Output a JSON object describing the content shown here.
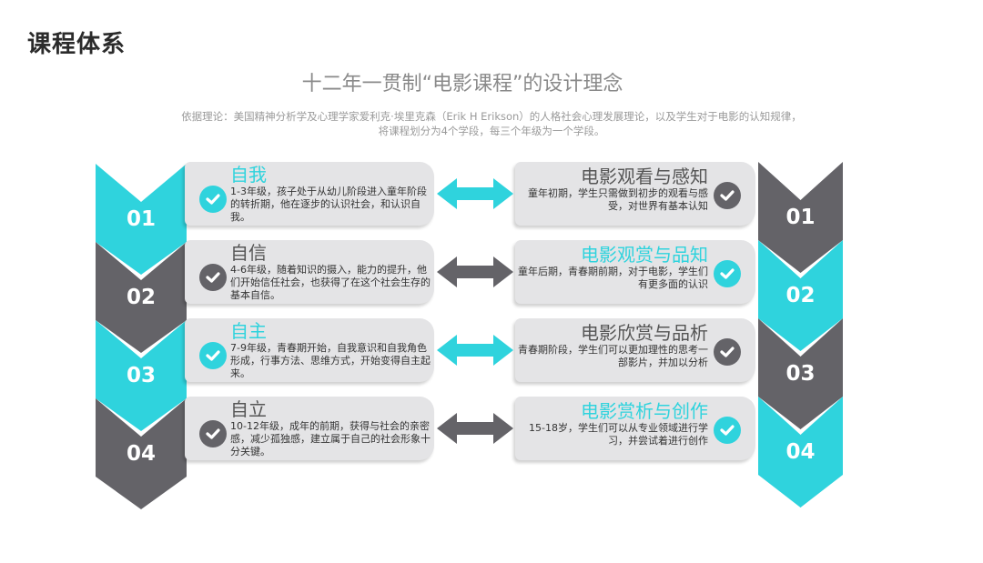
{
  "header": {
    "title": "课程体系",
    "subtitle": "十二年一贯制“电影课程”的设计理念",
    "description_line1": "依据理论：美国精神分析学及心理学家爱利克·埃里克森（Erik H Erikson）的人格社会心理发展理论，以及学生对于电影的认知规律，",
    "description_line2": "将课程划分为4个学段，每三个年级为一个学段。"
  },
  "colors": {
    "cyan": "#2fd3dd",
    "gray": "#646368",
    "card": "#e4e4e6"
  },
  "stages_left": [
    {
      "num": "01",
      "title": "自我",
      "text": "1-3年级，孩子处于从幼儿阶段进入童年阶段的转折期，他在逐步的认识社会，和认识自我。",
      "accent": "cyan"
    },
    {
      "num": "02",
      "title": "自信",
      "text": "4-6年级，随着知识的摄入，能力的提升，他们开始信任社会，也获得了在这个社会生存的基本自信。",
      "accent": "gray"
    },
    {
      "num": "03",
      "title": "自主",
      "text": "7-9年级，青春期开始，自我意识和自我角色形成，行事方法、思维方式，开始变得自主起来。",
      "accent": "cyan"
    },
    {
      "num": "04",
      "title": "自立",
      "text": "10-12年级，成年的前期，获得与社会的亲密感，减少孤独感，建立属于自己的社会形象十分关键。",
      "accent": "gray"
    }
  ],
  "stages_right": [
    {
      "num": "01",
      "title": "电影观看与感知",
      "text": "童年初期，学生只需做到初步的观看与感受，对世界有基本认知",
      "accent": "gray"
    },
    {
      "num": "02",
      "title": "电影观赏与品知",
      "text": "童年后期，青春期前期，对于电影，学生们有更多面的认识",
      "accent": "cyan"
    },
    {
      "num": "03",
      "title": "电影欣赏与品析",
      "text": "青春期阶段，学生们可以更加理性的思考一部影片，并加以分析",
      "accent": "gray"
    },
    {
      "num": "04",
      "title": "电影赏析与创作",
      "text": "15-18岁，学生们可以从专业领域进行学习，并尝试着进行创作",
      "accent": "cyan"
    }
  ]
}
